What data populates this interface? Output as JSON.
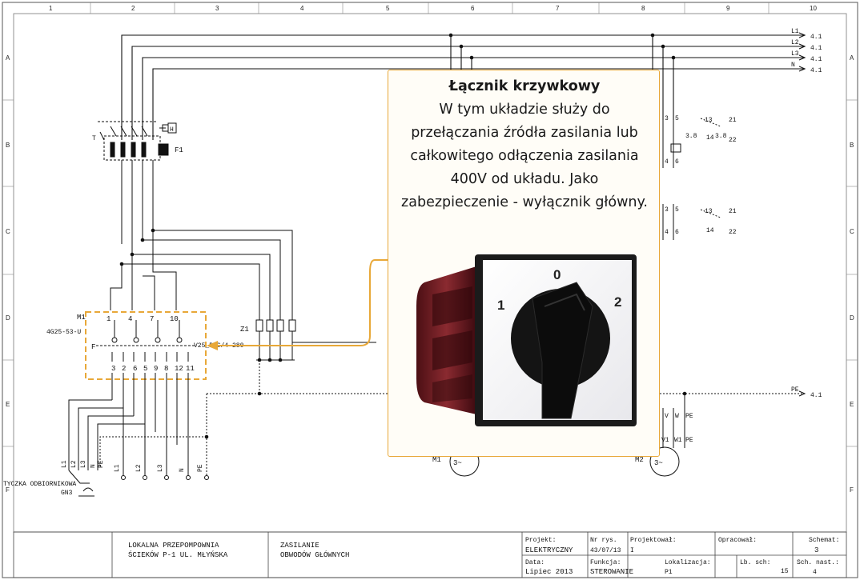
{
  "grid": {
    "columns": [
      "1",
      "2",
      "3",
      "4",
      "5",
      "6",
      "7",
      "8",
      "9",
      "10"
    ],
    "rows": [
      "A",
      "B",
      "C",
      "D",
      "E",
      "F"
    ]
  },
  "bus_labels": [
    {
      "name": "L1",
      "ref": "4.1"
    },
    {
      "name": "L2",
      "ref": "4.1"
    },
    {
      "name": "L3",
      "ref": "4.1"
    },
    {
      "name": "N",
      "ref": "4.1"
    }
  ],
  "pe_label": {
    "name": "PE",
    "ref": "4.1"
  },
  "components": {
    "f1": "F1",
    "f1_h": "H",
    "f1_t": "T",
    "m1_block": "M1",
    "m1_type": "4G25-53-U",
    "m1_f": "F",
    "m1_top_terminals": [
      "1",
      "4",
      "7",
      "10"
    ],
    "m1_bottom_terminals": [
      "3",
      "2",
      "6",
      "5",
      "9",
      "8",
      "12",
      "11"
    ],
    "m1_side": "V25_B+C/4-280",
    "z1": "Z1",
    "motor1": "M1",
    "motor2": "M2",
    "motor_symbol": "3~",
    "m2_terminals_top": [
      "V",
      "W",
      "PE"
    ],
    "m2_terminals_bottom": [
      "V1",
      "W1",
      "PE"
    ],
    "contact_blocks": [
      {
        "c1": "3",
        "c2": "5",
        "c3": "4",
        "c4": "6",
        "a": "13",
        "b": "21",
        "c": "14",
        "d": "22",
        "ref": "3.8"
      },
      {
        "c1": "3",
        "c2": "5",
        "c3": "4",
        "c4": "6",
        "a": "13",
        "b": "21",
        "c": "14",
        "d": "22",
        "ref": ""
      }
    ],
    "socket_label_1": "TYCZKA ODBIORNIKOWA",
    "socket_label_2": "GN3",
    "socket_pins": [
      "L1",
      "L2",
      "L3",
      "N",
      "PE"
    ],
    "output_terminals": [
      "L1",
      "L2",
      "L3",
      "N",
      "PE"
    ]
  },
  "title_block": {
    "company_1": "LOKALNA PRZEPOMPOWNIA",
    "company_2": "ŚCIEKÓW P-1 UL. MŁYŃSKA",
    "desc_1": "ZASILANIE",
    "desc_2": "OBWODÓW GŁÓWNYCH",
    "projekt_label": "Projekt:",
    "projekt_value": "ELEKTRYCZNY",
    "data_label": "Data:",
    "data_value": "Lipiec 2013",
    "nrrys_label": "Nr rys.",
    "nrrys_value": "43/07/13",
    "funkcja_label": "Funkcja:",
    "funkcja_value": "STEROWANIE",
    "projektowal_label": "Projektował:",
    "projektowal_value": "I",
    "lokalizacja_label": "Lokalizacja:",
    "lokalizacja_value": "P1",
    "opracowal_label": "Opracował:",
    "lbsch_label": "Lb. sch:",
    "lbsch_value": "15",
    "schemat_label": "Schemat:",
    "schemat_value": "3",
    "schnast_label": "Sch. nast.:",
    "schnast_value": "4"
  },
  "callout": {
    "title": "Łącznik krzywkowy",
    "body": "W tym układzie służy do przełączania źródła zasilania lub całkowitego odłączenia zasilania 400V od układu. Jako zabezpieczenie - wyłącznik główny.",
    "dial_labels": [
      "0",
      "1",
      "2"
    ]
  },
  "colors": {
    "accent": "#e8a838",
    "line": "#111111",
    "knob": "#151515",
    "cam_red": "#7a1c22"
  }
}
